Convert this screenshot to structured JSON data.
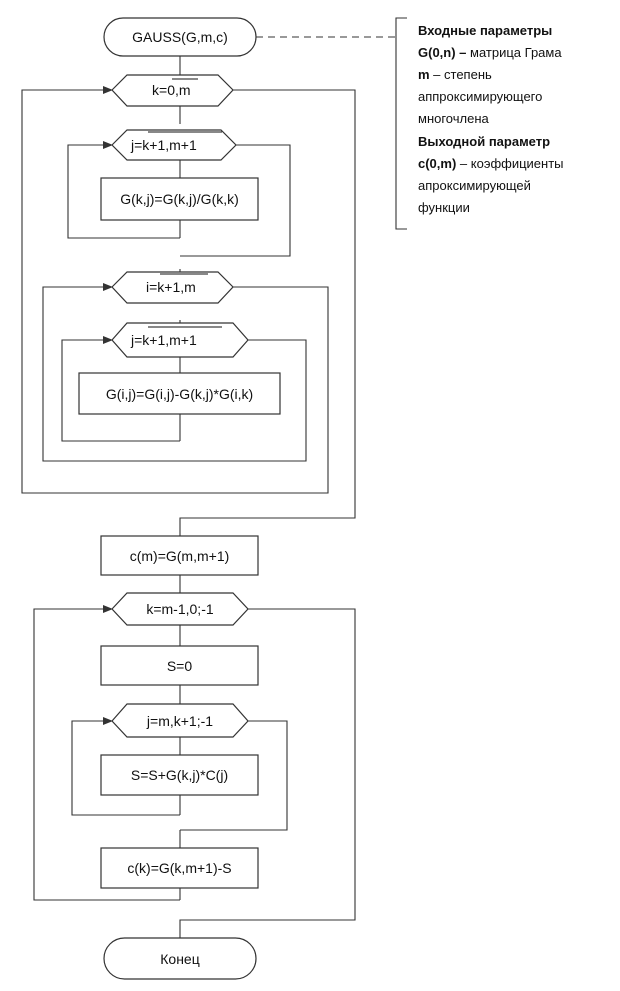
{
  "diagram": {
    "start": "GAUSS(G,m,c)",
    "end": "Конец",
    "loop_k1": {
      "pre": "k=",
      "over": "0,m"
    },
    "loop_j1": {
      "pre": "j=",
      "over": "k+1,m+1"
    },
    "proc_div": "G(k,j)=G(k,j)/G(k,k)",
    "loop_i": {
      "pre": "i=",
      "over": "k+1,m"
    },
    "loop_j2": {
      "pre": "j=",
      "over": "k+1,m+1"
    },
    "proc_elim": "G(i,j)=G(i,j)-G(k,j)*G(i,k)",
    "proc_cm": "c(m)=G(m,m+1)",
    "loop_k2": "k=m-1,0;-1",
    "proc_s0": "S=0",
    "loop_j3": "j=m,k+1;-1",
    "proc_sum": "S=S+G(k,j)*C(j)",
    "proc_ck": "c(k)=G(k,m+1)-S"
  },
  "annotation": {
    "in_title": "Входные параметры",
    "in_g_key": "G(0,n) –",
    "in_g_desc": "  матрица Грама",
    "in_m_key": "m",
    "in_m_desc": " – степень",
    "in_m_line2": "аппроксимирующего",
    "in_m_line3": "многочлена",
    "out_title": "Выходной параметр",
    "out_c_key": "c(0,m)",
    "out_c_desc": " – коэффициенты",
    "out_c_line2": "апроксимирующей",
    "out_c_line3": "функции"
  }
}
